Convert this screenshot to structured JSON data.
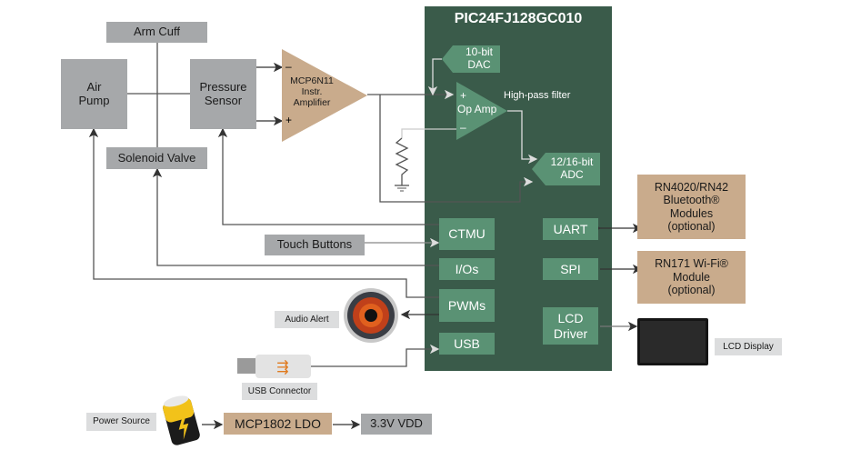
{
  "mcu": {
    "title": "PIC24FJ128GC010",
    "color": "#3a5b4a",
    "block_color": "#5a9274"
  },
  "peripherals": {
    "dac": "10-bit\nDAC",
    "opamp": "Op Amp",
    "opamp_plus": "+",
    "opamp_minus": "–",
    "hpf": "High-pass filter",
    "adc": "12/16-bit\nADC",
    "ctmu": "CTMU",
    "ios": "I/Os",
    "pwms": "PWMs",
    "usb": "USB",
    "uart": "UART",
    "spi": "SPI",
    "lcd_driver": "LCD\nDriver"
  },
  "external": {
    "arm_cuff": "Arm Cuff",
    "air_pump": "Air\nPump",
    "pressure_sensor": "Pressure\nSensor",
    "solenoid_valve": "Solenoid Valve",
    "inamp": "MCP6N11\nInstr.\nAmplifier",
    "inamp_minus": "–",
    "inamp_plus": "+",
    "touch_buttons": "Touch Buttons",
    "audio_alert": "Audio Alert",
    "usb_connector": "USB Connector",
    "bluetooth": "RN4020/RN42\nBluetooth®\nModules\n(optional)",
    "wifi": "RN171 Wi-Fi®\nModule\n(optional)",
    "lcd_display": "LCD Display",
    "power_source": "Power Source",
    "ldo": "MCP1802 LDO",
    "vdd": "3.3V VDD"
  },
  "colors": {
    "gray": "#a6a8aa",
    "tan": "#c9ab8c",
    "light_gray": "#dcddde",
    "wire": "#555555"
  }
}
